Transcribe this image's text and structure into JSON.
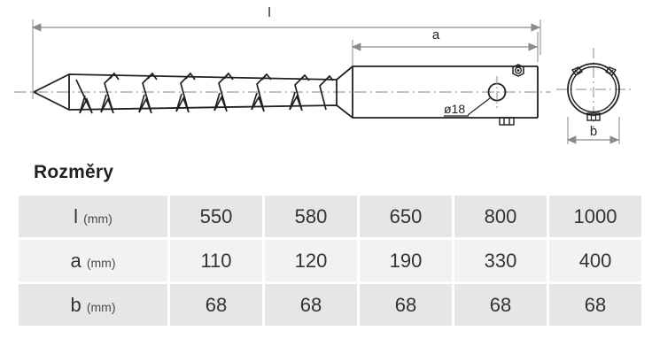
{
  "drawing": {
    "labels": {
      "length_total": "l",
      "length_head": "a",
      "width_section": "b",
      "hole_diameter": "ø18"
    }
  },
  "dimensions": {
    "title": "Rozměry",
    "unit": "(mm)",
    "rows": [
      {
        "symbol": "l",
        "unit": "(mm)",
        "values": [
          "550",
          "580",
          "650",
          "800",
          "1000"
        ]
      },
      {
        "symbol": "a",
        "unit": "(mm)",
        "values": [
          "110",
          "120",
          "190",
          "330",
          "400"
        ]
      },
      {
        "symbol": "b",
        "unit": "(mm)",
        "values": [
          "68",
          "68",
          "68",
          "68",
          "68"
        ]
      }
    ]
  },
  "colors": {
    "row_dark": "#e6e6e7",
    "row_light": "#f2f2f3",
    "ink": "#231f20",
    "dimline": "#8a8a8a",
    "page_background": "#ffffff"
  }
}
